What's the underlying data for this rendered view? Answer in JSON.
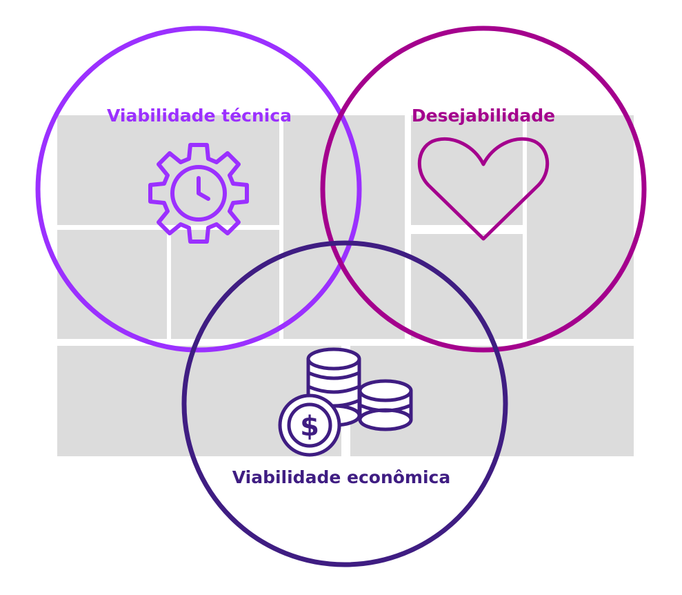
{
  "circles": {
    "technical": {
      "label": "Viabilidade técnica",
      "color": "#9b30ff",
      "icon": "gear-clock-icon"
    },
    "desirability": {
      "label": "Desejabilidade",
      "color": "#a4008d",
      "icon": "heart-icon"
    },
    "economic": {
      "label": "Viabilidade econômica",
      "color": "#3f1d82",
      "icon": "coins-dollar-icon"
    }
  },
  "background_color": "#dcdcdc"
}
